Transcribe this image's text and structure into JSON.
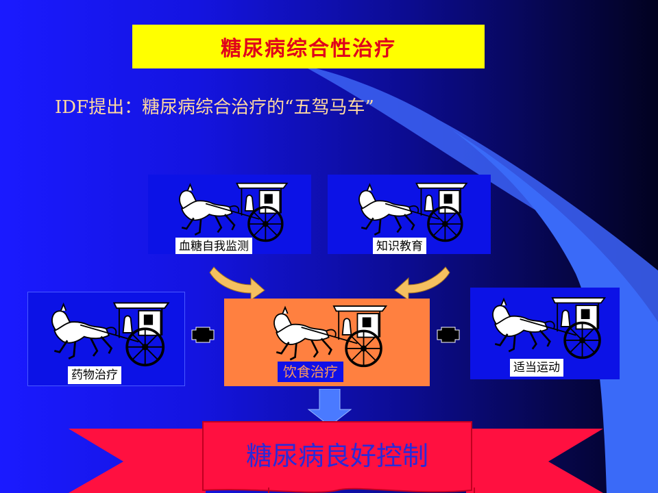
{
  "slide": {
    "title": "糖尿病综合性治疗",
    "subtitle": "IDF提出：糖尿病综合治疗的“五驾马车”",
    "result": "糖尿病良好控制"
  },
  "carriages": [
    {
      "id": "monitoring",
      "label": "血糖自我监测"
    },
    {
      "id": "education",
      "label": "知识教育"
    },
    {
      "id": "medication",
      "label": "药物治疗"
    },
    {
      "id": "diet",
      "label": "饮食治疗"
    },
    {
      "id": "exercise",
      "label": "适当运动"
    }
  ],
  "colors": {
    "title_bg": "#ffff00",
    "title_text": "#e0001b",
    "subtitle_text": "#ffd9a0",
    "card_bg": "#0c12e6",
    "diet_bg": "#ff8040",
    "diet_label_bg": "#1010e8",
    "diet_label_text": "#ff9a5a",
    "banner": "#ff1040",
    "banner_text": "#2a2ad8",
    "arrow_curved": "#f5c060",
    "arrow_down": "#4a7aff"
  },
  "icons": [
    "horse-carriage-icon",
    "curved-arrow-icon",
    "down-arrow-icon",
    "plus-connector-icon"
  ]
}
